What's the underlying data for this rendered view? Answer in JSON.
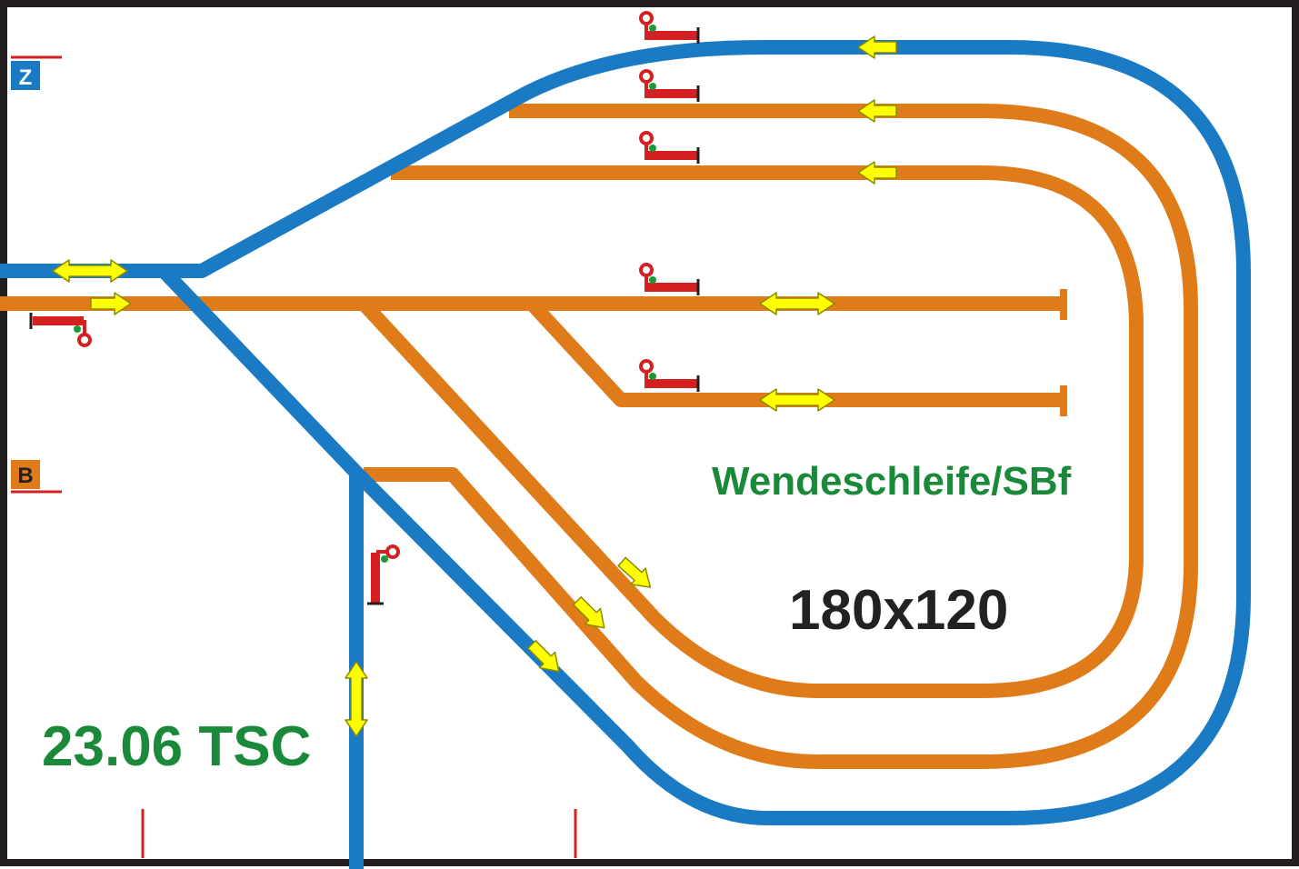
{
  "layout_name": "Wendeschleife/SBf",
  "dimensions": "180x120",
  "plan_id": "23.06 TSC",
  "connector_z": "Z",
  "connector_b": "B",
  "colors": {
    "frame": "#231f20",
    "blue_track": "#1a7bc4",
    "orange_track": "#e07b1a",
    "arrow_fill": "#ffff00",
    "arrow_stroke": "#8a8a00",
    "signal_red": "#d42020",
    "signal_green": "#1a9a3a",
    "title_green": "#1a8a3a",
    "dims_black": "#222222",
    "marker_red": "#d42020"
  }
}
